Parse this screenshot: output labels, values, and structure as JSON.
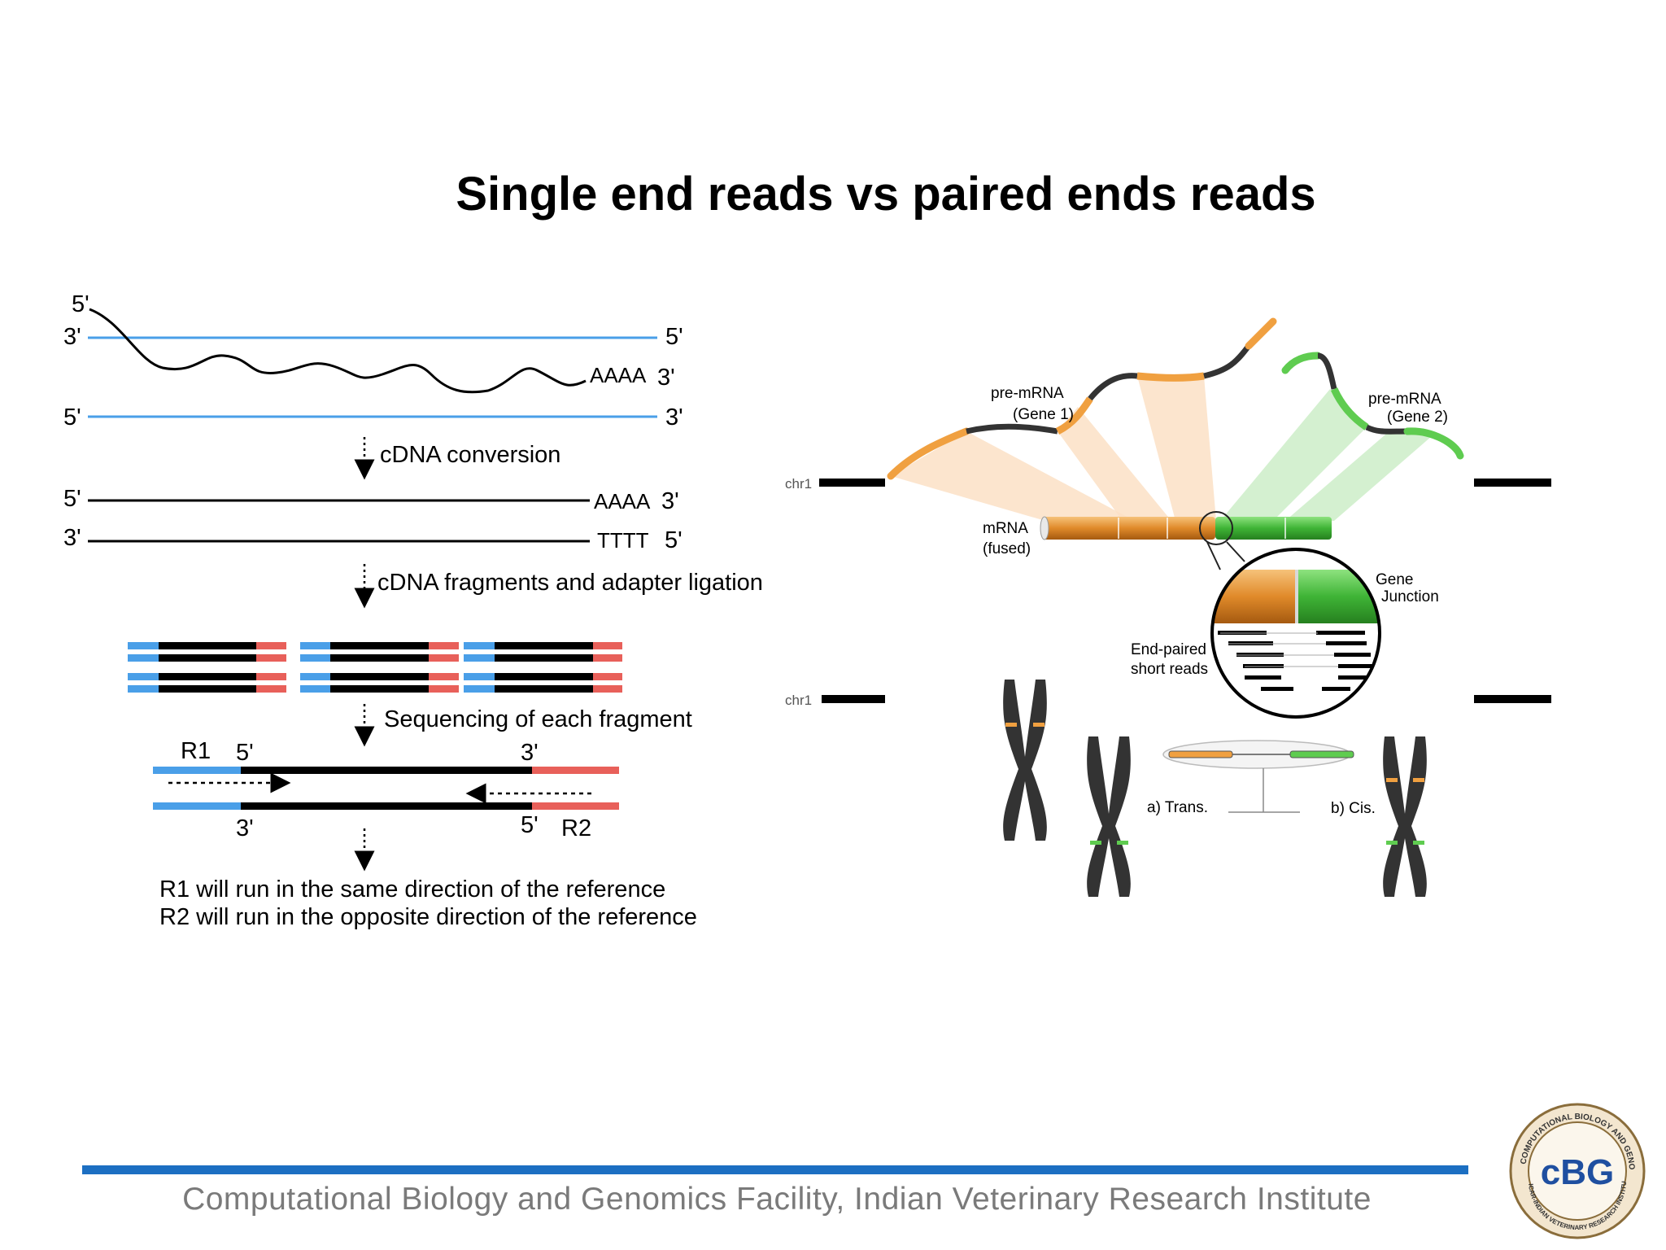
{
  "slide": {
    "title": "Single end reads vs paired ends reads",
    "footer": "Computational Biology and Genomics Facility, Indian Veterinary Research Institute"
  },
  "left_diagram": {
    "strand_labels": {
      "top_5": "5'",
      "top_3_left": "3'",
      "top_5_right": "5'",
      "mrna_tail": "AAAA",
      "mrna_3": "3'",
      "bottom_5_left": "5'",
      "bottom_3_right": "3'"
    },
    "step1": "cDNA conversion",
    "cdna": {
      "top_5": "5'",
      "top_tail": "AAAA",
      "top_3": "3'",
      "bottom_3": "3'",
      "bottom_tail": "TTTT",
      "bottom_5": "5'"
    },
    "step2": "cDNA fragments and adapter ligation",
    "step3": "Sequencing of each fragment",
    "reads": {
      "r1": "R1",
      "r1_5": "5'",
      "r1_3": "3'",
      "r2_3": "3'",
      "r2_5": "5'",
      "r2": "R2"
    },
    "conclusion_1": "R1 will run in the same direction of the reference",
    "conclusion_2": "R2 will run in the opposite direction of the reference",
    "colors": {
      "adapter_left": "#4a9fe8",
      "adapter_right": "#e8605a",
      "insert": "#000000",
      "reference": "#4a9fe8"
    }
  },
  "right_diagram": {
    "chr_top": "chr1",
    "chr_bottom": "chr1",
    "gene1_line1": "pre-mRNA",
    "gene1_line2": "(Gene 1)",
    "gene2_line1": "pre-mRNA",
    "gene2_line2": "(Gene 2)",
    "mrna_line1": "mRNA",
    "mrna_line2": "(fused)",
    "junction_line1": "Gene",
    "junction_line2": "Junction",
    "reads_line1": "End-paired",
    "reads_line2": "short reads",
    "trans": "a) Trans.",
    "cis": "b) Cis.",
    "colors": {
      "gene1": "#f0a040",
      "gene2": "#5fcc50",
      "intron": "#333333"
    }
  },
  "logo": {
    "initials": "cBG",
    "ring_text_top": "COMPUTATIONAL BIOLOGY AND GENOMICS",
    "ring_text_bottom": "ICAR-INDIAN VETERINARY RESEARCH INSTITUTE"
  }
}
